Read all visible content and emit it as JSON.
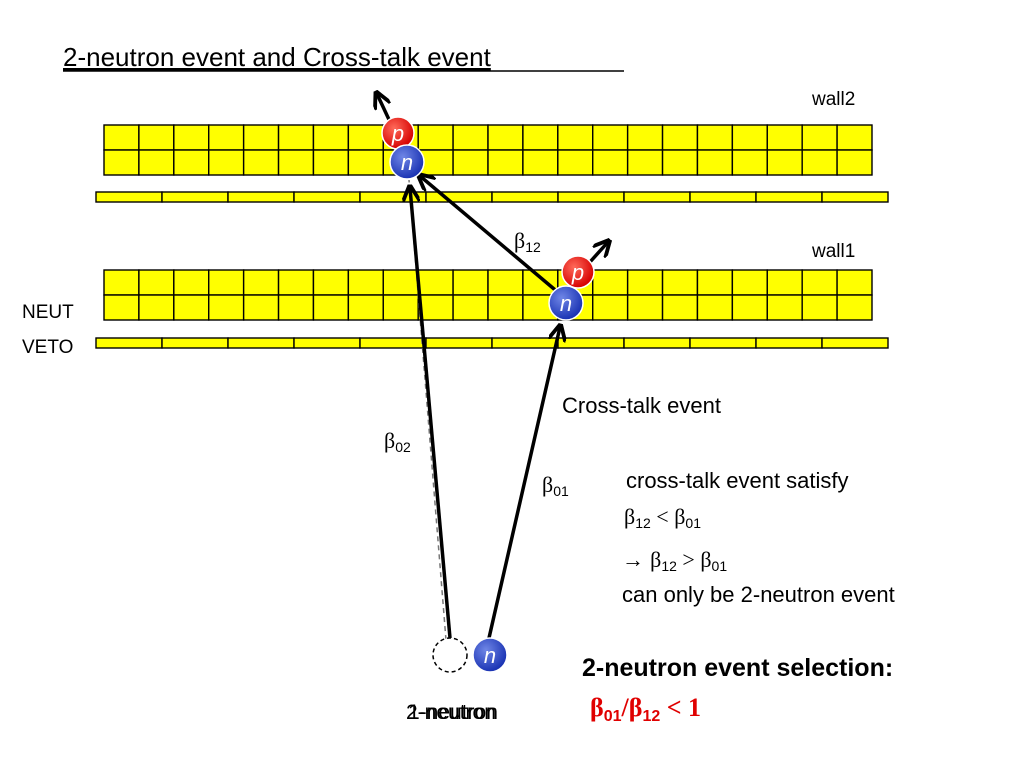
{
  "title": "2-neutron event and Cross-talk event",
  "labels": {
    "wall1": "wall1",
    "wall2": "wall2",
    "neut": "NEUT",
    "veto": "VETO",
    "crosstalk_event": "Cross-talk event",
    "source": "1-neutron",
    "source_overlay": "2-neutron"
  },
  "particles": {
    "neutron": "n",
    "proton": "p"
  },
  "betas": {
    "b12": {
      "sym": "β",
      "sub": "12"
    },
    "b02": {
      "sym": "β",
      "sub": "02"
    },
    "b01": {
      "sym": "β",
      "sub": "01"
    }
  },
  "condition": {
    "intro": "cross-talk event satisfy",
    "line1": {
      "a": "β",
      "a_sub": "12",
      "op": " < ",
      "b": "β",
      "b_sub": "01"
    },
    "line2": {
      "arrow": "→ ",
      "a": "β",
      "a_sub": "12",
      "op": " > ",
      "b": "β",
      "b_sub": "01"
    },
    "conclusion": "can only be 2-neutron event"
  },
  "selection": {
    "heading": "2-neutron event selection:",
    "a": "β",
    "a_sub": "01",
    "slash": "/",
    "b": "β",
    "b_sub": "12",
    "op": " < 1"
  },
  "detector": {
    "columns": 22,
    "rows_per_wall": 2,
    "veto_segments": 12
  },
  "colors": {
    "detector": "#ffff00",
    "neutron": "#1a33b3",
    "proton": "#e60000",
    "selection_formula": "#e00000",
    "outline": "#000000"
  }
}
